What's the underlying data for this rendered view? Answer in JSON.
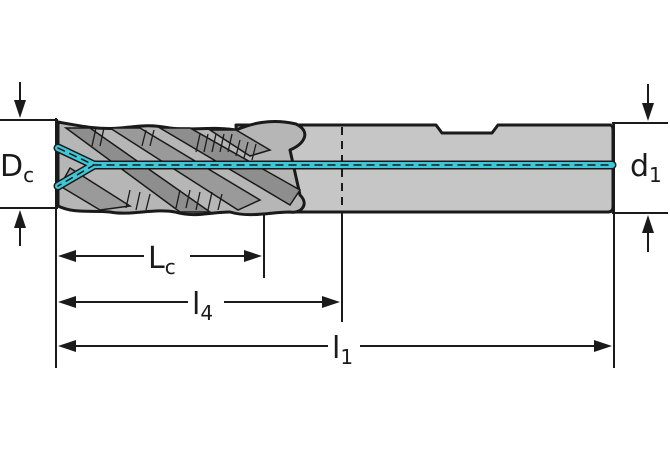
{
  "labels": {
    "Dc": {
      "main": "D",
      "sub": "c"
    },
    "d1": {
      "main": "d",
      "sub": "1"
    },
    "Lc": {
      "main": "L",
      "sub": "c"
    },
    "l4": {
      "main": "l",
      "sub": "4"
    },
    "l1": {
      "main": "l",
      "sub": "1"
    }
  },
  "colors": {
    "line": "#1a1a1a",
    "body": "#c6c6c6",
    "flute_dark": "#8e8e8e",
    "coolant": "#3cc8d8",
    "background": "#ffffff"
  }
}
